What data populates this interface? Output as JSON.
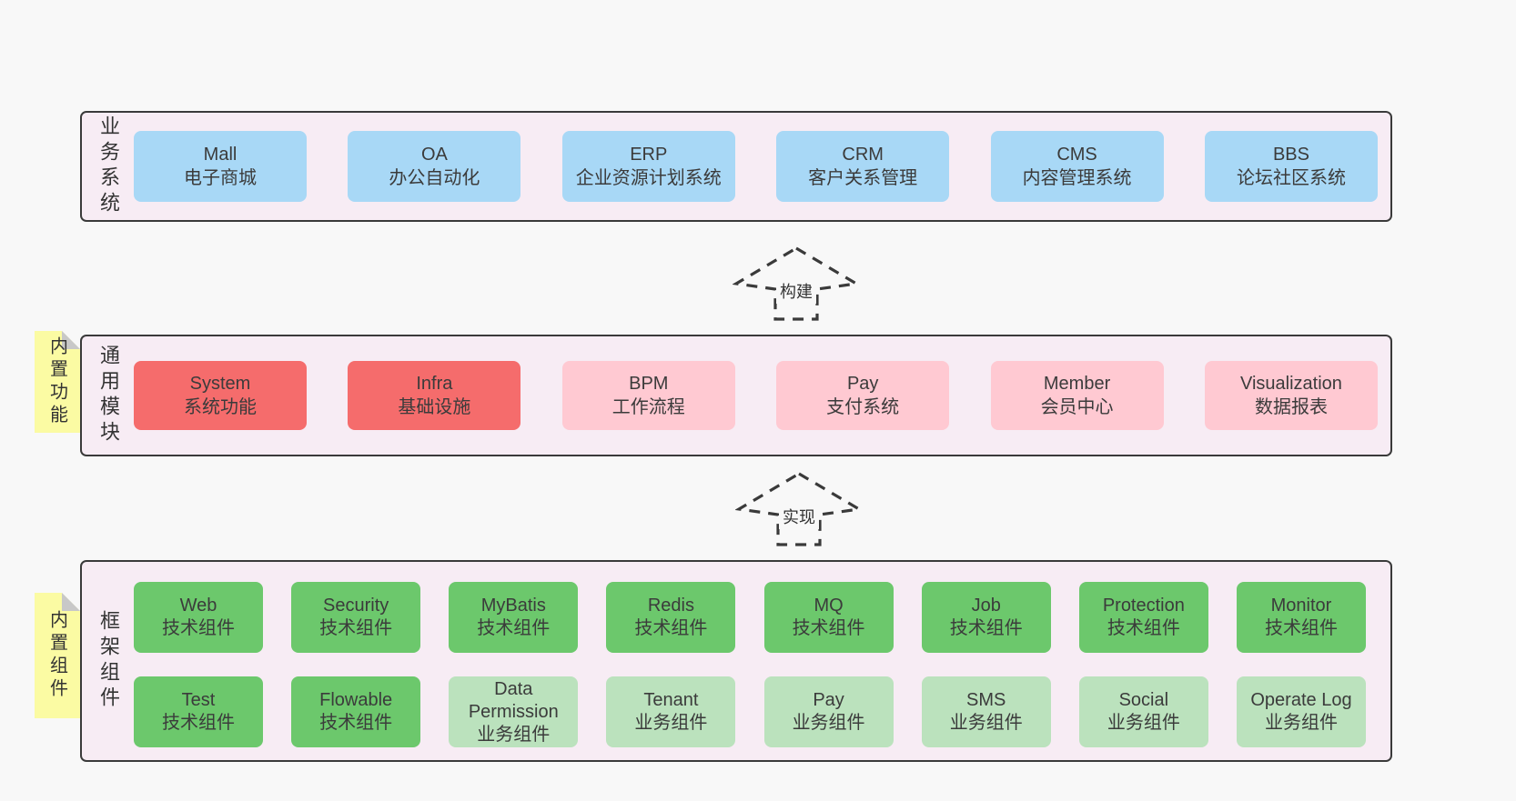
{
  "colors": {
    "page_bg": "#F8F8F8",
    "panel_bg": "#F7ECF4",
    "panel_border": "#3A3A3A",
    "blue_box": "#A8D8F6",
    "red_box": "#F56C6C",
    "pink_box": "#FFC9D2",
    "green_dark_box": "#6CC86C",
    "green_light_box": "#BBE2BD",
    "note_yellow": "#FBFBA3",
    "note_fold_gray": "#C8C8C8",
    "text": "#3B3B3B"
  },
  "arrows": {
    "build": "构建",
    "implement": "实现"
  },
  "business": {
    "label": "业务系统",
    "boxes": [
      {
        "name": "Mall",
        "desc": "电子商城"
      },
      {
        "name": "OA",
        "desc": "办公自动化"
      },
      {
        "name": "ERP",
        "desc": "企业资源计划系统"
      },
      {
        "name": "CRM",
        "desc": "客户关系管理"
      },
      {
        "name": "CMS",
        "desc": "内容管理系统"
      },
      {
        "name": "BBS",
        "desc": "论坛社区系统"
      }
    ]
  },
  "modules": {
    "label": "通用模块",
    "note": "内置功能",
    "boxes": [
      {
        "name": "System",
        "desc": "系统功能",
        "variant": "red"
      },
      {
        "name": "Infra",
        "desc": "基础设施",
        "variant": "red"
      },
      {
        "name": "BPM",
        "desc": "工作流程",
        "variant": "pink"
      },
      {
        "name": "Pay",
        "desc": "支付系统",
        "variant": "pink"
      },
      {
        "name": "Member",
        "desc": "会员中心",
        "variant": "pink"
      },
      {
        "name": "Visualization",
        "desc": "数据报表",
        "variant": "pink"
      }
    ]
  },
  "framework": {
    "label": "框架组件",
    "note": "内置组件",
    "row1": [
      {
        "name": "Web",
        "desc": "技术组件",
        "variant": "green-dark"
      },
      {
        "name": "Security",
        "desc": "技术组件",
        "variant": "green-dark"
      },
      {
        "name": "MyBatis",
        "desc": "技术组件",
        "variant": "green-dark"
      },
      {
        "name": "Redis",
        "desc": "技术组件",
        "variant": "green-dark"
      },
      {
        "name": "MQ",
        "desc": "技术组件",
        "variant": "green-dark"
      },
      {
        "name": "Job",
        "desc": "技术组件",
        "variant": "green-dark"
      },
      {
        "name": "Protection",
        "desc": "技术组件",
        "variant": "green-dark"
      },
      {
        "name": "Monitor",
        "desc": "技术组件",
        "variant": "green-dark"
      }
    ],
    "row2": [
      {
        "name": "Test",
        "desc": "技术组件",
        "variant": "green-dark"
      },
      {
        "name": "Flowable",
        "desc": "技术组件",
        "variant": "green-dark"
      },
      {
        "name": "Data Permission",
        "desc": "业务组件",
        "variant": "green-light"
      },
      {
        "name": "Tenant",
        "desc": "业务组件",
        "variant": "green-light"
      },
      {
        "name": "Pay",
        "desc": "业务组件",
        "variant": "green-light"
      },
      {
        "name": "SMS",
        "desc": "业务组件",
        "variant": "green-light"
      },
      {
        "name": "Social",
        "desc": "业务组件",
        "variant": "green-light"
      },
      {
        "name": "Operate Log",
        "desc": "业务组件",
        "variant": "green-light"
      }
    ]
  }
}
